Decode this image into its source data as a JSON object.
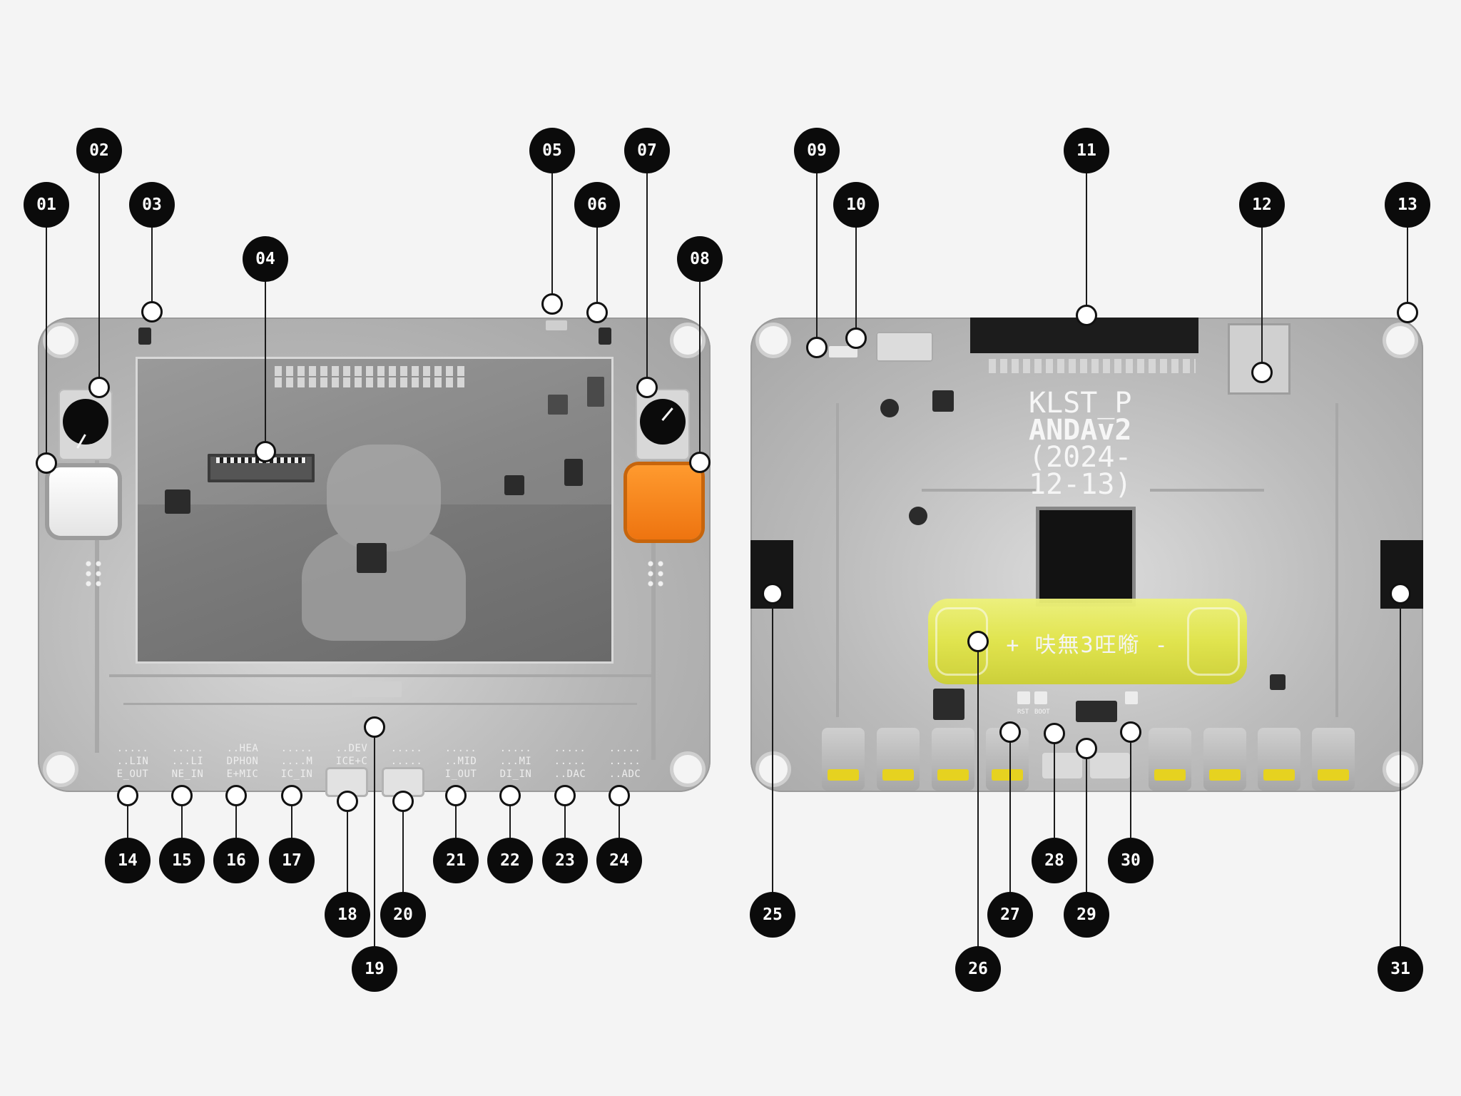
{
  "callouts": [
    "01",
    "02",
    "03",
    "04",
    "05",
    "06",
    "07",
    "08",
    "09",
    "10",
    "11",
    "12",
    "13",
    "14",
    "15",
    "16",
    "17",
    "18",
    "19",
    "20",
    "21",
    "22",
    "23",
    "24",
    "25",
    "26",
    "27",
    "28",
    "29",
    "30",
    "31"
  ],
  "front_board": {
    "jack_labels": [
      ".....\n..LIN\nE_OUT",
      ".....\n...LI\nNE_IN",
      "..HEA\nDPHON\nE+MIC",
      ".....\n....M\nIC_IN",
      "..DEV\nICE+C\nHARGE",
      ".....\n.....\nHOST",
      ".....\n..MID\nI_OUT",
      ".....\n...MI\nDI_IN",
      ".....\n.....\n..DAC",
      ".....\n.....\n..ADC"
    ],
    "button_left_color": "#f2f2f2",
    "button_right_color": "#f28a1e"
  },
  "back_board": {
    "silk_line1": "KLST_P",
    "silk_line2": "ANDAv2",
    "silk_line3": "(2024-",
    "silk_line4": "12-13)",
    "battery_text": "+ 呋無3㕵㘅 -",
    "button_labels": [
      "RST",
      "BOOT"
    ],
    "battery_color": "#e6ea4a",
    "jack_ring_color": "#e6d220"
  },
  "colors": {
    "background": "#f4f4f4",
    "board": "#b4b4b4",
    "callout": "#0b0b0b"
  }
}
